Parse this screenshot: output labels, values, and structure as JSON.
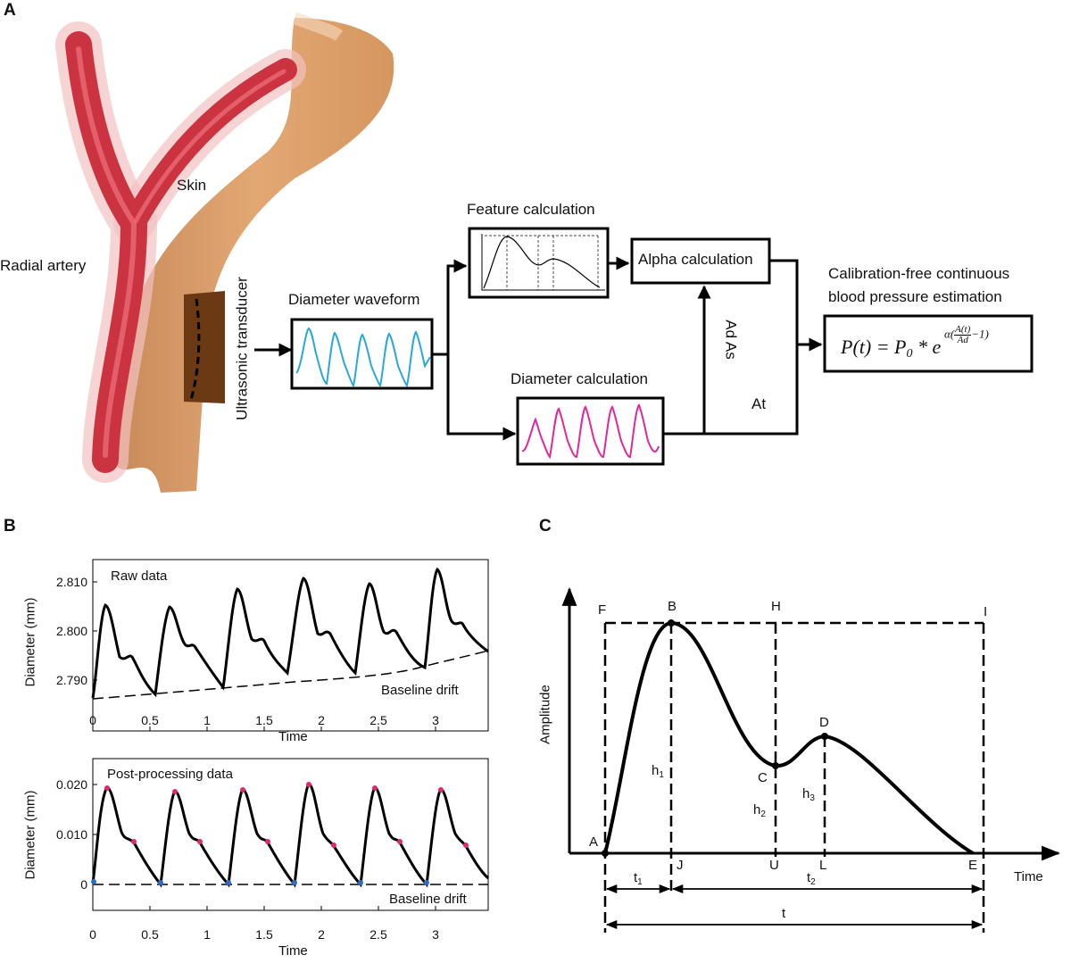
{
  "panels": {
    "a": "A",
    "b": "B",
    "c": "C"
  },
  "panel_a": {
    "skin": "Skin",
    "artery": "Radial artery",
    "transducer": "Ultrasonic transducer",
    "diameter_waveform": "Diameter waveform",
    "feature_calc": "Feature calculation",
    "alpha_calc": "Alpha calculation",
    "diameter_calc": "Diameter calculation",
    "ad_as": "Ad As",
    "at": "At",
    "output_line1": "Calibration-free continuous",
    "output_line2": "blood pressure  estimation",
    "formula": {
      "lhs": "P(t) = P",
      "p_sub": "0",
      "star_e": " * e",
      "exponent_a": "α(",
      "frac_num": "A(t)",
      "frac_den": "Ad",
      "exponent_b": "−1)"
    },
    "colors": {
      "waveform": "#29a9d6",
      "diameter": "#e0289a",
      "skin": "#d89a66",
      "artery": "#cc3340",
      "transducer": "#6b3a14"
    }
  },
  "panel_b": {
    "top": {
      "title": "Raw data",
      "drift_label": "Baseline drift",
      "ylabel": "Diameter (mm)",
      "xlabel": "Time",
      "yticks": [
        "2.790",
        "2.800",
        "2.810"
      ],
      "xticks": [
        "0",
        "0.5",
        "1",
        "1.5",
        "2",
        "2.5",
        "3"
      ]
    },
    "bottom": {
      "title": "Post-processing data",
      "drift_label": "Baseline drift",
      "ylabel": "Diameter (mm)",
      "xlabel": "Time",
      "yticks": [
        "0",
        "0.010",
        "0.020"
      ],
      "xticks": [
        "0",
        "0.5",
        "1",
        "1.5",
        "2",
        "2.5",
        "3"
      ]
    }
  },
  "panel_c": {
    "ylabel": "Amplitude",
    "xlabel": "Time",
    "points": {
      "A": "A",
      "B": "B",
      "C": "C",
      "D": "D",
      "E": "E",
      "F": "F",
      "H": "H",
      "I": "I",
      "J": "J",
      "U": "U",
      "L": "L"
    },
    "h1": "h",
    "h2": "h",
    "h3": "h",
    "t1": "t",
    "t2": "t",
    "t": "t",
    "sub1": "1",
    "sub2": "2",
    "sub3": "3"
  }
}
